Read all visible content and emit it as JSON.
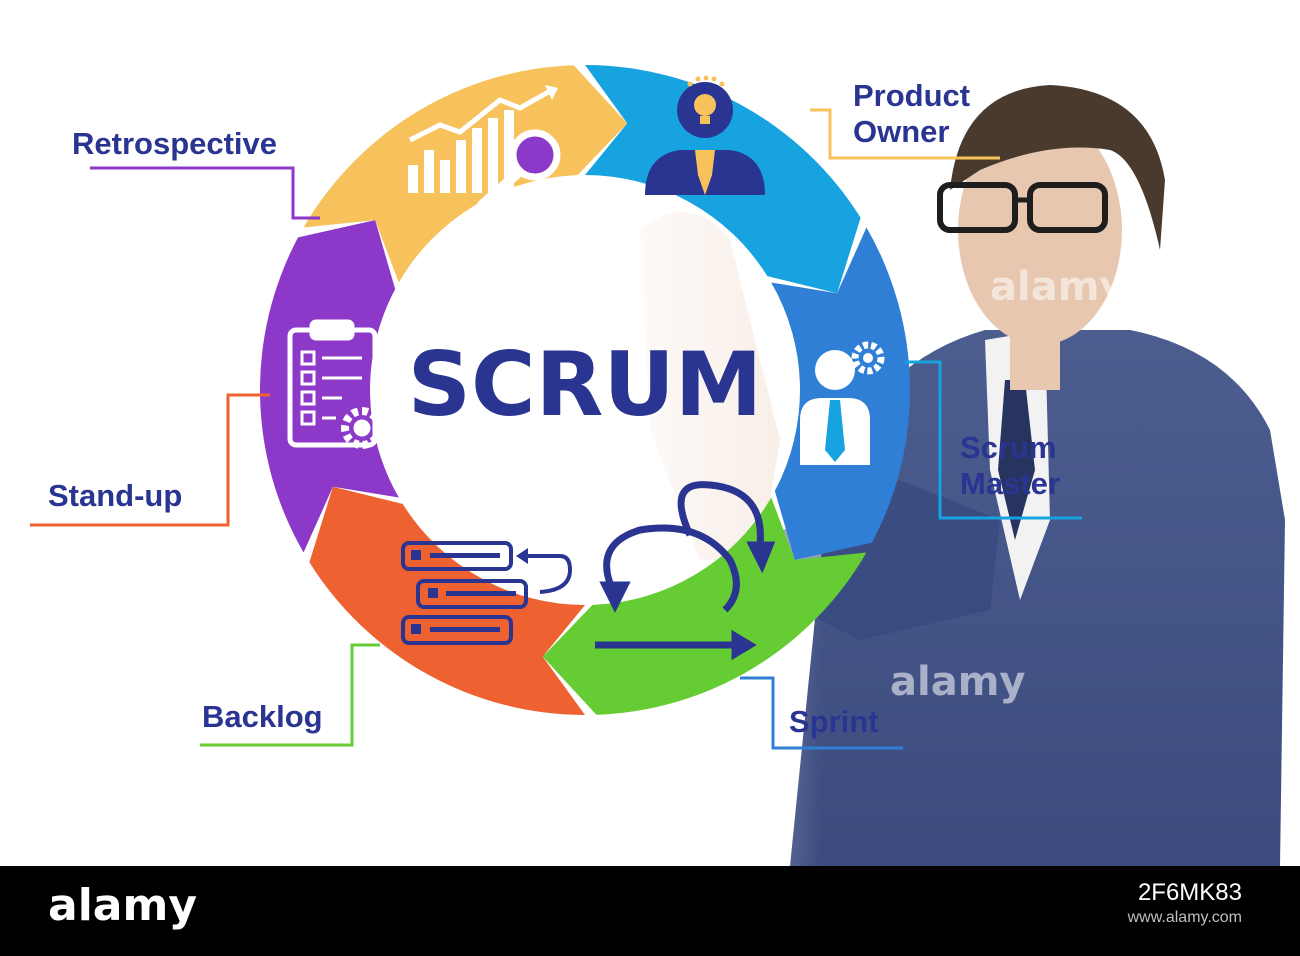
{
  "diagram": {
    "title": "SCRUM",
    "stages": [
      {
        "key": "product-owner",
        "line1": "Product",
        "line2": "Owner",
        "color": "#f7c15b",
        "icon": "business-person-idea-icon"
      },
      {
        "key": "scrum-master",
        "line1": "Scrum",
        "line2": "Master",
        "color": "#17a2e0",
        "icon": "person-gear-icon"
      },
      {
        "key": "sprint",
        "line1": "Sprint",
        "line2": "",
        "color": "#2f7fd6",
        "icon": "sprint-cycle-arrows-icon"
      },
      {
        "key": "backlog",
        "line1": "Backlog",
        "line2": "",
        "color": "#66cc33",
        "icon": "backlog-list-icon"
      },
      {
        "key": "stand-up",
        "line1": "Stand-up",
        "line2": "",
        "color": "#ee6130",
        "icon": "clipboard-checklist-gear-icon"
      },
      {
        "key": "retrospective",
        "line1": "Retrospective",
        "line2": "",
        "color": "#8c38c8",
        "icon": "chart-magnifier-icon"
      }
    ],
    "title_color": "#2a3592",
    "label_color": "#2a3592"
  },
  "watermark": {
    "text": "alamy"
  },
  "footer": {
    "logo": "alamy",
    "image_id": "2F6MK83",
    "url": "www.alamy.com"
  }
}
